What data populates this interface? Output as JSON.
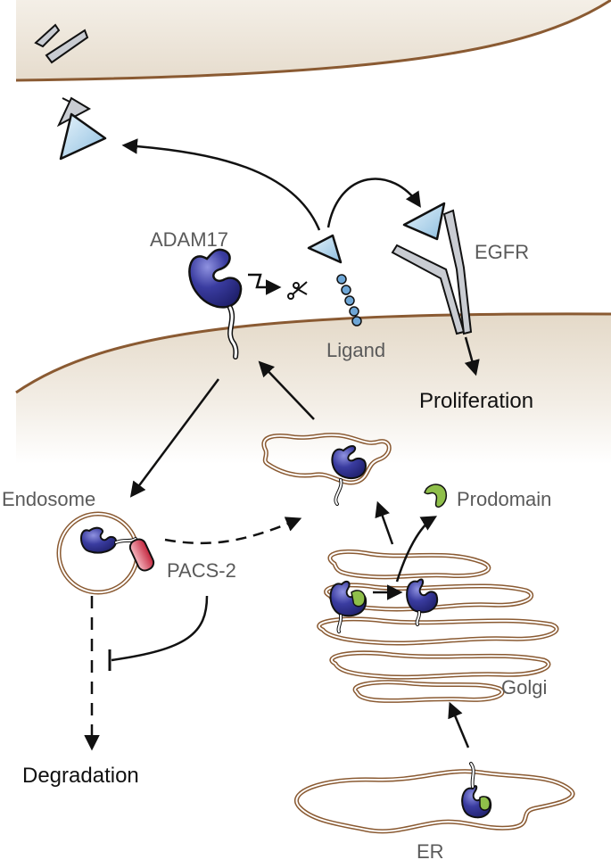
{
  "labels": {
    "adam17": "ADAM17",
    "egfr": "EGFR",
    "ligand": "Ligand",
    "proliferation": "Proliferation",
    "endosome": "Endosome",
    "pacs2": "PACS-2",
    "prodomain": "Prodomain",
    "golgi": "Golgi",
    "degradation": "Degradation",
    "er": "ER"
  },
  "colors": {
    "membrane_fill": "#ece3d6",
    "membrane_line": "#8a5a32",
    "organelle_line": "#9a6a38",
    "adam17_blue": "#2e2f8c",
    "ligand_blue": "#a9cfe8",
    "egfr_gray": "#c9ccd2",
    "prodomain_green": "#8fbf4a",
    "pacs2_red": "#d0334a",
    "label_gray": "#5a5a5a",
    "label_black": "#111111"
  },
  "icons": [
    "scissors-icon"
  ]
}
